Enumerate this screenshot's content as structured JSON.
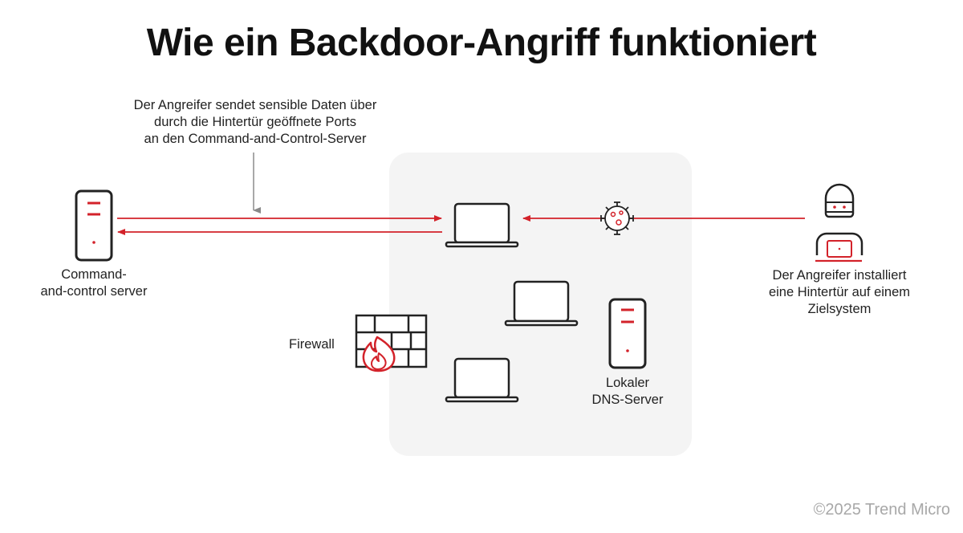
{
  "title": "Wie ein Backdoor-Angriff funktioniert",
  "labels": {
    "exfil_line1": "Der Angreifer sendet sensible Daten über",
    "exfil_line2": "durch die Hintertür geöffnete Ports",
    "exfil_line3": "an den Command-and-Control-Server",
    "cc_line1": "Command-",
    "cc_line2": "and-control server",
    "attacker_line1": "Der Angreifer installiert",
    "attacker_line2": "eine Hintertür auf einem",
    "attacker_line3": "Zielsystem",
    "firewall": "Firewall",
    "dns_line1": "Lokaler",
    "dns_line2": "DNS-Server"
  },
  "copyright": "©2025 Trend Micro",
  "colors": {
    "accent": "#d3222a",
    "icon_stroke": "#222222",
    "network_bg": "#f4f4f4",
    "pointer_arrow": "#8a8a8a"
  },
  "icons": [
    "server-icon",
    "laptop-icon",
    "virus-icon",
    "hacker-icon",
    "firewall-icon",
    "flame-icon"
  ]
}
